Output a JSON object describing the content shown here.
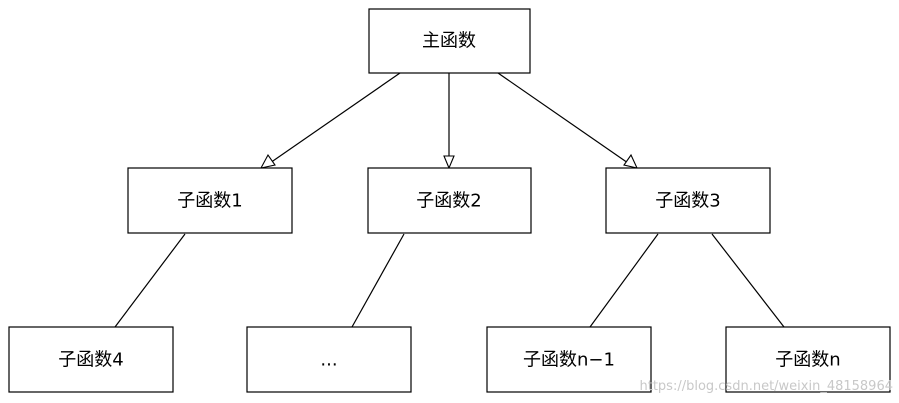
{
  "diagram": {
    "nodes": {
      "main": "主函数",
      "sub1": "子函数1",
      "sub2": "子函数2",
      "sub3": "子函数3",
      "sub4": "子函数4",
      "ellipsis": "...",
      "subn_minus_1": "子函数n−1",
      "subn": "子函数n"
    },
    "watermark": "https://blog.csdn.net/weixin_48158964"
  }
}
